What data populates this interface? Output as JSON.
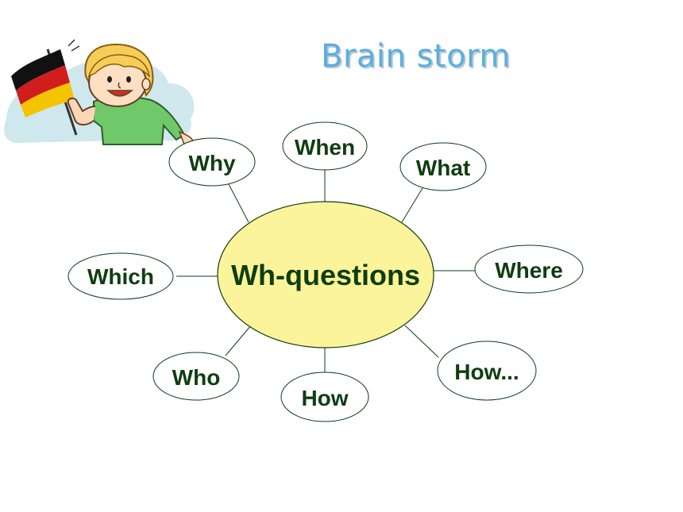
{
  "title": "Brain storm",
  "center": {
    "label": "Wh-questions",
    "color": "#fcf49a"
  },
  "nodes": {
    "why": "Why",
    "when": "When",
    "what": "What",
    "which": "Which",
    "where": "Where",
    "who": "Who",
    "how": "How",
    "how_more": "How..."
  },
  "colors": {
    "title": "#5aaee0",
    "node_text": "#0f3d10",
    "outline": "#0f3d10"
  },
  "illustration": {
    "description_icon": "boy-waving-german-flag-icon"
  }
}
